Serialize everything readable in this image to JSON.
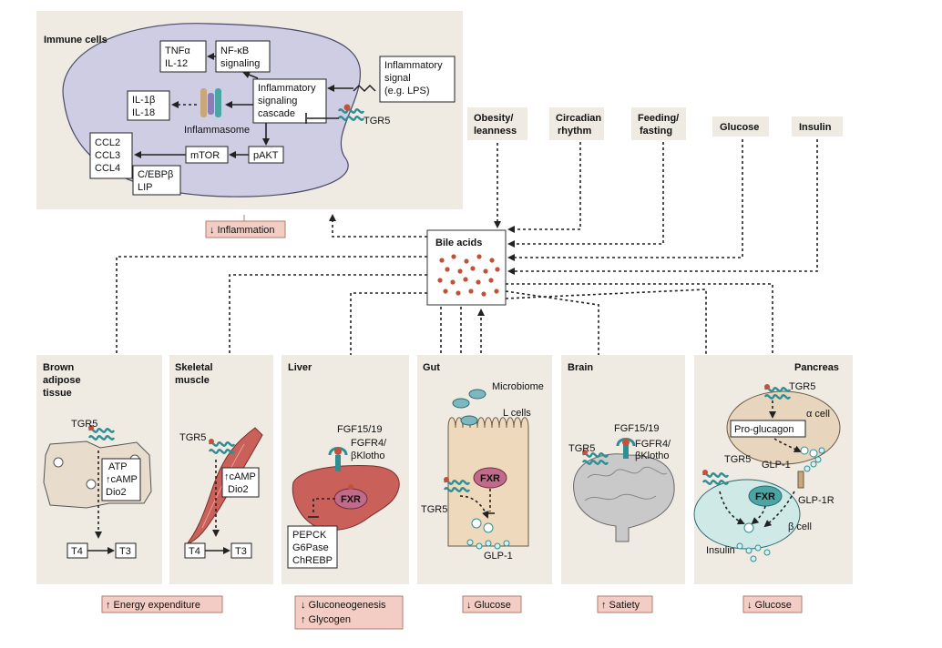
{
  "immune": {
    "title": "Immune cells",
    "tnfa": "TNFα",
    "il12": "IL-12",
    "nfkb": "NF-κB",
    "signaling": "signaling",
    "cascade1": "Inflammatory",
    "cascade2": "signaling",
    "cascade3": "cascade",
    "il1b": "IL-1β",
    "il18": "IL-18",
    "inflammasome": "Inflammasome",
    "pakt": "pAKT",
    "mtor": "mTOR",
    "ccl2": "CCL2",
    "ccl3": "CCL3",
    "ccl4": "CCL4",
    "cebp": "C/EBPβ",
    "lip": "LIP",
    "signal1": "Inflammatory",
    "signal2": "signal",
    "signal3": "(e.g. LPS)",
    "tgr5": "TGR5"
  },
  "factors": {
    "obesity1": "Obesity/",
    "obesity2": "leanness",
    "circadian1": "Circadian",
    "circadian2": "rhythm",
    "feeding1": "Feeding/",
    "feeding2": "fasting",
    "glucose": "Glucose",
    "insulin": "Insulin"
  },
  "bile_acids": {
    "title": "Bile acids"
  },
  "brown_adipose": {
    "title1": "Brown",
    "title2": "adipose",
    "title3": "tissue",
    "tgr5": "TGR5",
    "atp": "ATP",
    "camp": "↑cAMP",
    "dio2": "Dio2",
    "t4": "T4",
    "t3": "T3"
  },
  "skeletal_muscle": {
    "title1": "Skeletal",
    "title2": "muscle",
    "tgr5": "TGR5",
    "camp": "↑cAMP",
    "dio2": "Dio2",
    "t4": "T4",
    "t3": "T3"
  },
  "liver": {
    "title": "Liver",
    "fxr": "FXR",
    "fgf": "FGF15/19",
    "fgfr4": "FGFR4/",
    "klotho": "βKlotho",
    "pepck": "PEPCK",
    "g6pase": "G6Pase",
    "chrebp": "ChREBP"
  },
  "gut": {
    "title": "Gut",
    "microbiome": "Microbiome",
    "lcells": "L cells",
    "fxr": "FXR",
    "tgr5": "TGR5",
    "glp1": "GLP-1"
  },
  "brain": {
    "title": "Brain",
    "tgr5": "TGR5",
    "fgf": "FGF15/19",
    "fgfr4": "FGFR4/",
    "klotho": "βKlotho"
  },
  "pancreas": {
    "title": "Pancreas",
    "alpha_tgr5": "TGR5",
    "alpha_cell": "α cell",
    "proglucagon": "Pro-glucagon",
    "glp1": "GLP-1",
    "glp1r": "GLP-1R",
    "beta_tgr5": "TGR5",
    "fxr": "FXR",
    "beta_cell": "β cell",
    "insulin": "Insulin"
  },
  "outcomes": {
    "inflammation": "↓ Inflammation",
    "energy": "↑ Energy expenditure",
    "gluconeogenesis": "↓ Gluconeogenesis",
    "glycogen": "↑ Glycogen",
    "gut_glucose": "↓ Glucose",
    "satiety": "↑ Satiety",
    "pancreas_glucose": "↓ Glucose"
  },
  "colors": {
    "panel": "#efebe3",
    "immune_cell": "#cfcde3",
    "bile_acid": "#c2513b",
    "receptor": "#2d8f94",
    "outcome": "#f3cdc3",
    "fxr": "#c26a8a"
  }
}
